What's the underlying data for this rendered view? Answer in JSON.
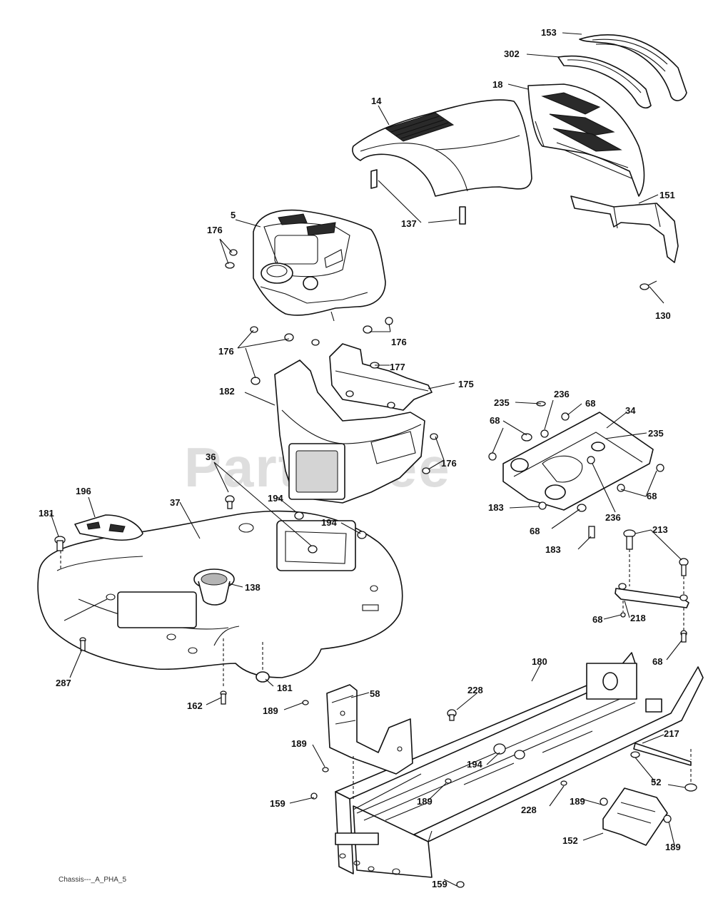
{
  "diagram": {
    "watermark": "PartsTree",
    "footer_code": "Chassis---_A_PHA_5",
    "callouts": [
      "153",
      "302",
      "18",
      "14",
      "151",
      "137",
      "5",
      "176",
      "130",
      "176",
      "176",
      "177",
      "175",
      "182",
      "235",
      "236",
      "68",
      "34",
      "68",
      "235",
      "176",
      "36",
      "68",
      "196",
      "194",
      "37",
      "183",
      "236",
      "181",
      "194",
      "68",
      "183",
      "213",
      "138",
      "68",
      "218",
      "287",
      "68",
      "180",
      "181",
      "228",
      "58",
      "162",
      "189",
      "217",
      "189",
      "194",
      "52",
      "189",
      "228",
      "189",
      "159",
      "152",
      "189",
      "159"
    ]
  }
}
